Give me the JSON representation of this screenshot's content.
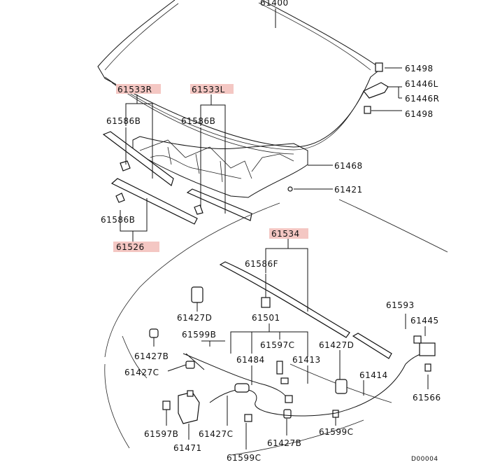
{
  "diagram": {
    "labels": {
      "61400": "61400",
      "61498_top": "61498",
      "61446L": "61446L",
      "61446R": "61446R",
      "61498_bot": "61498",
      "61533R": "61533R",
      "61533L": "61533L",
      "61586B_1": "61586B",
      "61586B_2": "61586B",
      "61468": "61468",
      "61421": "61421",
      "61586B_3": "61586B",
      "61526": "61526",
      "61534": "61534",
      "61586F": "61586F",
      "61427D_1": "61427D",
      "61501": "61501",
      "61593": "61593",
      "61445": "61445",
      "61599B": "61599B",
      "61427D_2": "61427D",
      "61597C": "61597C",
      "61427B_1": "61427B",
      "61484": "61484",
      "61413": "61413",
      "61427C_1": "61427C",
      "61414": "61414",
      "61566": "61566",
      "61597B": "61597B",
      "61427C_2": "61427C",
      "61599C_1": "61599C",
      "61471": "61471",
      "61427B_2": "61427B",
      "61599C_2": "61599C",
      "code": "D00004"
    },
    "colors": {
      "highlight": "#f4c7c3",
      "line": "#111111"
    }
  }
}
